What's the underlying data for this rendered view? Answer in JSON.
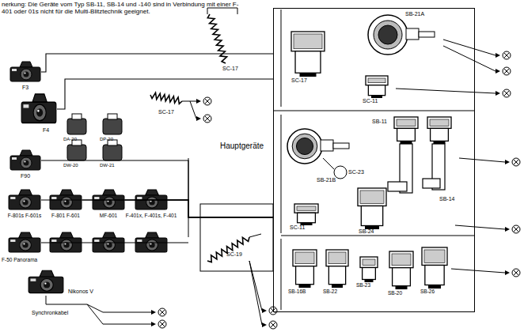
{
  "diagram": {
    "nodes": [
      {
        "text": [
          "Hauptgeräte"
        ]
      },
      {
        "text": [
          "F3"
        ]
      },
      {
        "text": [
          "F4"
        ]
      },
      {
        "text": [
          "F90"
        ]
      },
      {
        "text": [
          "F-801s F-601s"
        ]
      },
      {
        "text": [
          "F-801 F-601"
        ]
      },
      {
        "text": [
          "MF-601"
        ]
      },
      {
        "text": [
          "F-401x, F-401s, F-401"
        ]
      }
    ],
    "edges": [
      {
        "from": 1,
        "to": 0,
        "arrow": "none"
      },
      {
        "from": 2,
        "to": 0,
        "arrow": "none"
      },
      {
        "from": 3,
        "to": 0,
        "arrow": "none"
      },
      {
        "from": 4,
        "to": 0,
        "arrow": "none"
      },
      {
        "from": 5,
        "to": 0,
        "arrow": "none"
      },
      {
        "from": 6,
        "to": 0,
        "arrow": "none"
      },
      {
        "from": 7,
        "to": 0,
        "arrow": "none"
      }
    ],
    "labels": [
      "nerkung: Die Geräte vom Typ SB-11, SB-14 und -140 sind in Verbindung mit einer F-401 oder 01s nicht für die Multi-Blitztechnik geeignet.",
      "SC-17",
      "SC-17",
      "DA-20",
      "DP-20",
      "DW-20",
      "DW-21",
      "SB-21A",
      "SC-17",
      "SC-11",
      "SB-21B",
      "SC-23",
      "SB-11",
      "SB-14",
      "SC-11",
      "SB-24",
      "SB-16B",
      "SB-22",
      "SB-23",
      "SB-20",
      "SB-26",
      "SC-19",
      "F-50 Panorama",
      "Nikonos V",
      "Synchronkabel"
    ]
  }
}
